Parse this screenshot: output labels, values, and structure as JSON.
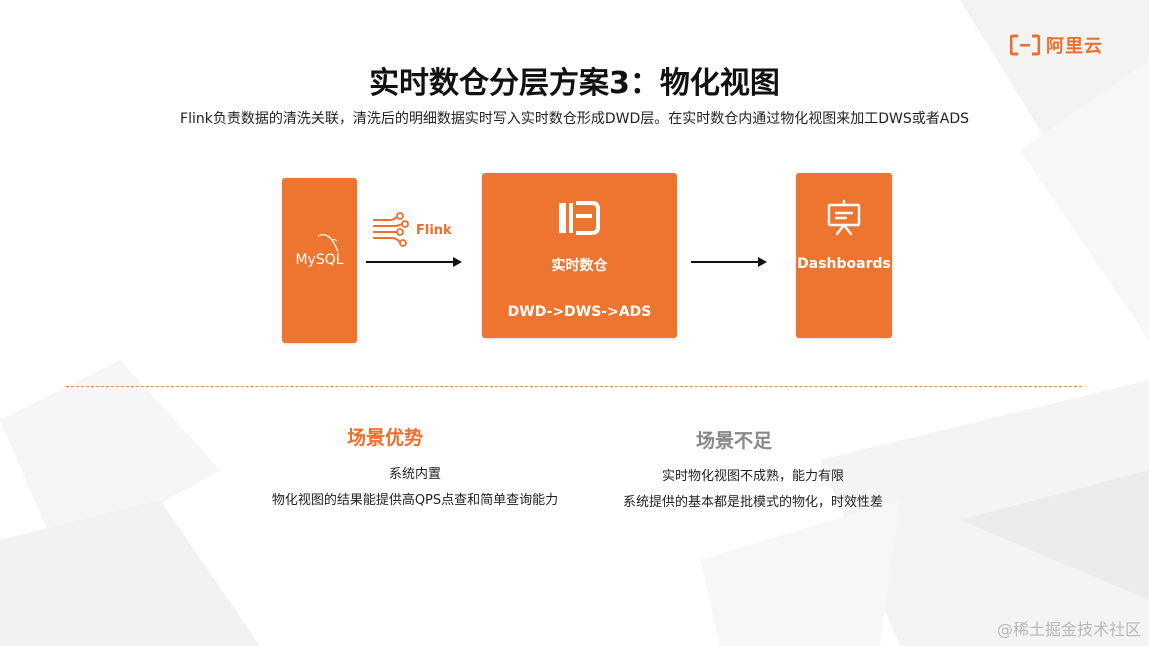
{
  "brand": {
    "name": "阿里云",
    "color": "#ee6f2d"
  },
  "title": "实时数仓分层方案3：物化视图",
  "subtitle": "Flink负责数据的清洗关联，清洗后的明细数据实时写入实时数仓形成DWD层。在实时数仓内通过物化视图来加工DWS或者ADS",
  "diagram": {
    "source": {
      "label": "MySQL",
      "icon": "dolphin-icon"
    },
    "pipe": {
      "label": "Flink",
      "icon": "flink-stream-icon"
    },
    "warehouse": {
      "label": "实时数仓",
      "sublabel": "DWD->DWS->ADS",
      "icon": "warehouse-icon"
    },
    "target": {
      "label": "Dashboards",
      "icon": "presentation-board-icon"
    },
    "box_color": "#ee7530"
  },
  "advantages": {
    "heading": "场景优势",
    "lines": [
      "系统内置",
      "物化视图的结果能提供高QPS点查和简单查询能力"
    ]
  },
  "disadvantages": {
    "heading": "场景不足",
    "lines": [
      "实时物化视图不成熟，能力有限",
      "系统提供的基本都是批模式的物化，时效性差"
    ]
  },
  "watermark": "@稀土掘金技术社区"
}
